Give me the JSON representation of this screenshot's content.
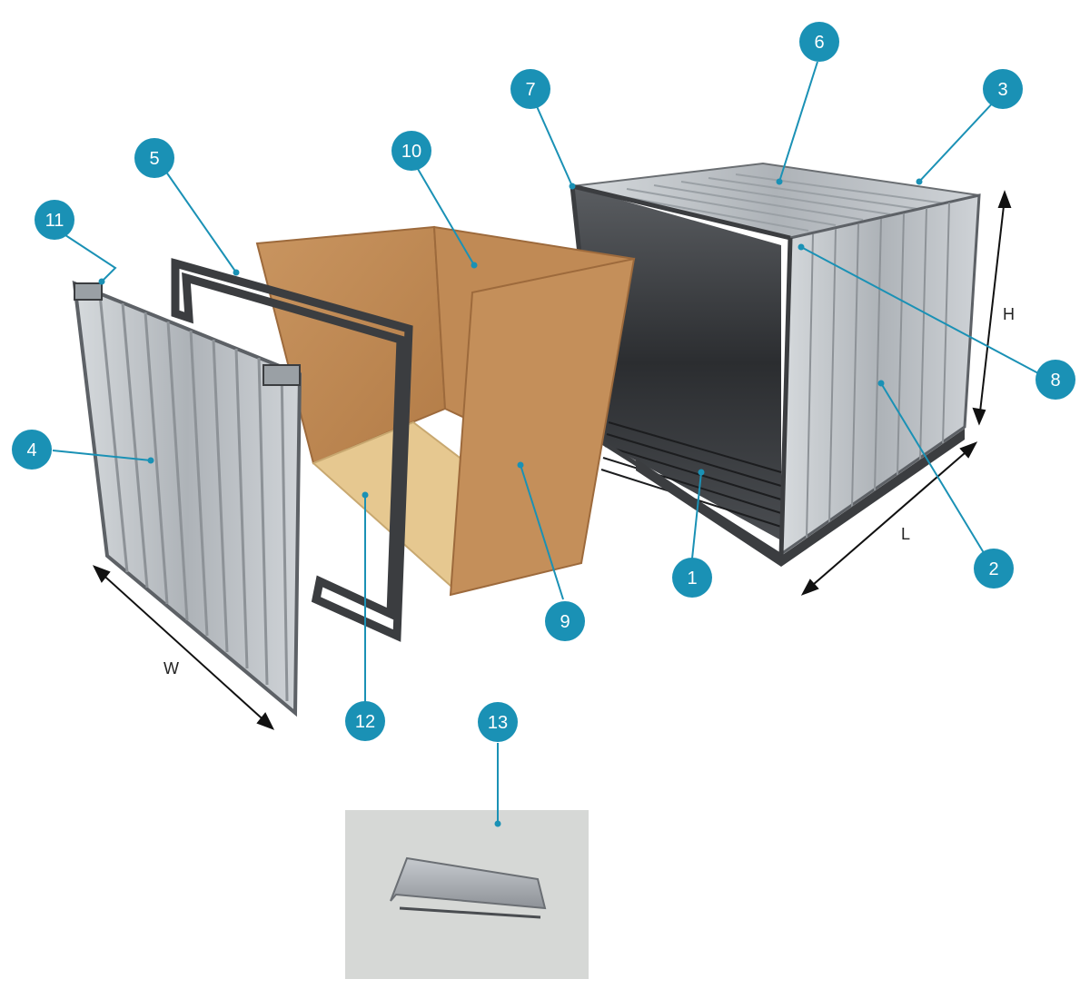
{
  "colors": {
    "callout": "#1a91b5",
    "callout_text": "#ffffff",
    "steel": "#b9bec3",
    "steel_dark": "#5d6166",
    "frame": "#3b3d40",
    "cardboard": "#c08a55",
    "cardboard_dark": "#9d6a3c",
    "plywood": "#e6c890",
    "photo_bg": "#d6d8d6",
    "clip": "#a9adb3"
  },
  "dimensions": {
    "height": "H",
    "length": "L",
    "width": "W"
  },
  "components": {
    "container_body": "container-body",
    "door_panel": "door-panel",
    "door_frame": "door-frame",
    "cardboard_liner": "cardboard-liner",
    "plywood_floor": "plywood-floor",
    "clip_photo": "clip-photo"
  },
  "callouts": [
    {
      "id": 1,
      "label": "1"
    },
    {
      "id": 2,
      "label": "2"
    },
    {
      "id": 3,
      "label": "3"
    },
    {
      "id": 4,
      "label": "4"
    },
    {
      "id": 5,
      "label": "5"
    },
    {
      "id": 6,
      "label": "6"
    },
    {
      "id": 7,
      "label": "7"
    },
    {
      "id": 8,
      "label": "8"
    },
    {
      "id": 9,
      "label": "9"
    },
    {
      "id": 10,
      "label": "10"
    },
    {
      "id": 11,
      "label": "11"
    },
    {
      "id": 12,
      "label": "12"
    },
    {
      "id": 13,
      "label": "13"
    }
  ]
}
